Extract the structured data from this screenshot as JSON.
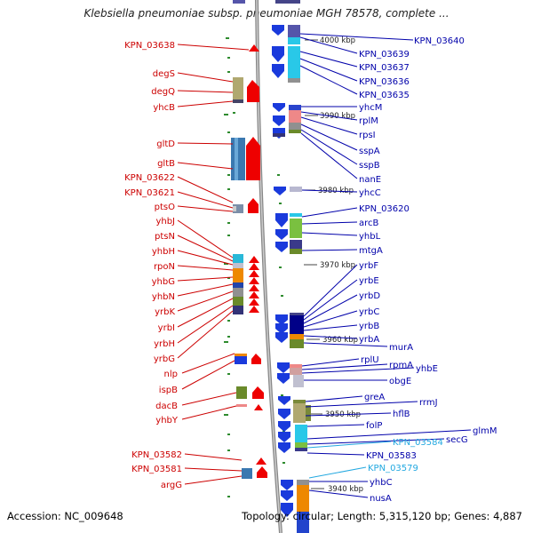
{
  "title": "Klebsiella pneumoniae subsp. pneumoniae MGH 78578, complete ...",
  "footer": {
    "accession": "Accession: NC_009648",
    "summary": "Topology: circular; Length: 5,315,120 bp; Genes: 4,887"
  },
  "ruler": [
    "4000 kbp",
    "3990 kbp",
    "3980 kbp",
    "3970 kbp",
    "3960 kbp",
    "3950 kbp",
    "3940 kbp"
  ],
  "left_genes": [
    "KPN_03638",
    "degS",
    "degQ",
    "yhcB",
    "gltD",
    "gltB",
    "KPN_03622",
    "KPN_03621",
    "ptsO",
    "yhbJ",
    "ptsN",
    "yhbH",
    "rpoN",
    "yhbG",
    "yhbN",
    "yrbK",
    "yrbI",
    "yrbH",
    "yrbG",
    "nlp",
    "ispB",
    "dacB",
    "yhbY",
    "KPN_03582",
    "KPN_03581",
    "argG"
  ],
  "right_genes": [
    "KPN_03640",
    "KPN_03639",
    "KPN_03637",
    "KPN_03636",
    "KPN_03635",
    "yhcM",
    "rplM",
    "rpsI",
    "sspA",
    "sspB",
    "nanE",
    "yhcC",
    "KPN_03620",
    "arcB",
    "yhbL",
    "mtgA",
    "yrbF",
    "yrbE",
    "yrbD",
    "yrbC",
    "yrbB",
    "yrbA",
    "murA",
    "rplU",
    "rpmA",
    "yhbE",
    "obgE",
    "greA",
    "rrmJ",
    "hflB",
    "folP",
    "glmM",
    "secG",
    "KPN_03584",
    "KPN_03583",
    "KPN_03579",
    "yhbC",
    "nusA"
  ],
  "colors": {
    "left_label": "#cc0000",
    "right_label": "#0000aa",
    "highlight_label": "#22a8e0"
  }
}
